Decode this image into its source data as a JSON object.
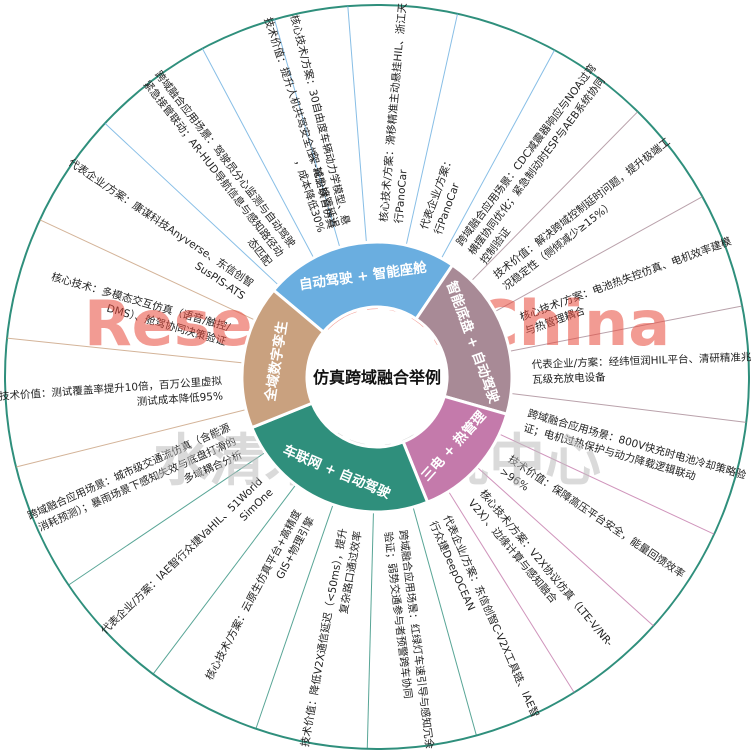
{
  "center": {
    "title": "仿真跨域融合举例"
  },
  "watermark": {
    "latin": "ResearchInChina",
    "cjk": "水清木华研究中心"
  },
  "colors": {
    "blue": "#6aaee0",
    "purple": "#a88a96",
    "pink": "#c47aab",
    "teal": "#2f8f7c",
    "tan": "#c9a17f",
    "watermark_red": "#e84a3c",
    "watermark_gray": "#bdbdbd"
  },
  "segments": [
    {
      "label": "自动驾驶 + 智能座舱",
      "color_key": "blue"
    },
    {
      "label": "智能底盘 + 自动驾驶",
      "color_key": "purple"
    },
    {
      "label": "三电 + 热管理",
      "color_key": "pink"
    },
    {
      "label": "车联网 + 自动驾驶",
      "color_key": "teal"
    },
    {
      "label": "全域数字孪生",
      "color_key": "tan"
    }
  ],
  "spokes": [
    {
      "segment": 0,
      "lines": [
        "核心技术/方案：30自由度车辆动力学模型、悬",
        "架-轮胎联合仿真"
      ]
    },
    {
      "segment": 1,
      "lines": [
        "核心技术/方案：滑移精准主动悬挂HIL、浙江天",
        "行PanoCar"
      ]
    },
    {
      "segment": 1,
      "lines": [
        "代表企业/方案：",
        "行PanoCar"
      ]
    },
    {
      "segment": 1,
      "lines": [
        "跨域融合应用场景：CDC减震器响应与NOA过弯",
        "横摆协同优化；紧急制动时ESP与AEB系统协同",
        "控制验证"
      ]
    },
    {
      "segment": 1,
      "lines": [
        "技术价值：解决跨域控制延时问题，提升极端工",
        "况稳定性（侧倾减少≥15%）"
      ]
    },
    {
      "segment": 2,
      "lines": [
        "核心技术/方案：电池热失控仿真、电机效率建模",
        "与热管理耦合"
      ]
    },
    {
      "segment": 2,
      "lines": [
        "代表企业/方案：经纬恒润HIL平台、清研精准兆",
        "瓦级充放电设备"
      ]
    },
    {
      "segment": 2,
      "lines": [
        "跨域融合应用场景：800V快充时电池冷却策略验",
        "证；电机过热保护与动力降载逻辑联动"
      ]
    },
    {
      "segment": 2,
      "lines": [
        "技术价值：保障高压平台安全，能量回馈效率",
        ">96%"
      ]
    },
    {
      "segment": 3,
      "lines": [
        "核心技术/方案：V2X协议仿真（LTE-V/NR-",
        "V2X）、边缘计算与感知融合"
      ]
    },
    {
      "segment": 3,
      "lines": [
        "代表企业/方案：东信创智C-V2X工具链、IAE智",
        "行众捷DeepOCEAN"
      ]
    },
    {
      "segment": 3,
      "lines": [
        "跨域融合应用场景：红绿灯车速引导与感知冗余",
        "验证；弱势交通参与者预警跨车协同"
      ]
    },
    {
      "segment": 3,
      "lines": [
        "技术价值：降低V2X通信延迟（<50ms），提升",
        "复杂路口通过效率"
      ]
    },
    {
      "segment": 4,
      "lines": [
        "核心技术/方案：云原生仿真平台+高精度",
        "GIS+物理引擎"
      ]
    },
    {
      "segment": 4,
      "lines": [
        "代表企业/方案：IAE智行众捷VaHIL、51World",
        "SimOne"
      ]
    },
    {
      "segment": 4,
      "lines": [
        "跨域融合应用场景：城市级交通流仿真（含能源",
        "消耗预测）；暴雨场景下感知失效与底盘打滑的",
        "多域耦合分析"
      ]
    },
    {
      "segment": 4,
      "lines": [
        "技术价值：测试覆盖率提升10倍，百万公里虚拟",
        "测试成本降低95%"
      ]
    },
    {
      "segment": 0,
      "lines": [
        "核心技术：多模态交互仿真（语音/触控/",
        "DMS）、舱驾协同决策验证"
      ]
    },
    {
      "segment": 0,
      "lines": [
        "代表企业/方案：康谋科技Anyverse、东信创智",
        "SusPIS-ATS"
      ]
    },
    {
      "segment": 0,
      "lines": [
        "跨域融合应用场景：驾驶员分心监测与自动驾驶",
        "紧急接管联动；AR-HUD导航信息与感知路径动",
        "态匹配"
      ]
    },
    {
      "segment": 0,
      "lines": [
        "技术价值：提升人机共驾安全性，减少接管延迟",
        "，成本降低30%"
      ]
    }
  ]
}
